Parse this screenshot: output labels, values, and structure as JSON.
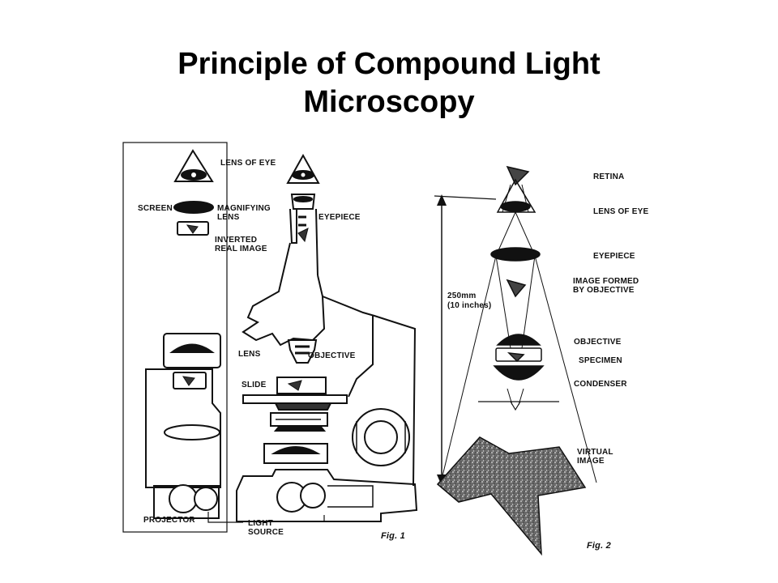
{
  "slide": {
    "title_line1": "Principle of Compound Light",
    "title_line2": "Microscopy"
  },
  "figure1": {
    "labels": {
      "lens_of_eye": "LENS OF EYE",
      "screen": "SCREEN",
      "magnifying_line1": "MAGNIFYING",
      "magnifying_line2": "LENS",
      "inverted_line1": "INVERTED",
      "inverted_line2": "REAL IMAGE",
      "eyepiece": "EYEPIECE",
      "lens": "LENS",
      "objective": "OBJECTIVE",
      "slide": "SLIDE",
      "projector": "PROJECTOR",
      "light_source_line1": "LIGHT",
      "light_source_line2": "SOURCE"
    },
    "caption": "Fig. 1"
  },
  "figure2": {
    "labels": {
      "retina": "RETINA",
      "lens_of_eye": "LENS OF EYE",
      "eyepiece": "EYEPIECE",
      "image_formed_line1": "IMAGE FORMED",
      "image_formed_line2": "BY OBJECTIVE",
      "distance_line1": "250mm",
      "distance_line2": "(10 inches)",
      "objective": "OBJECTIVE",
      "specimen": "SPECIMEN",
      "condenser": "CONDENSER",
      "virtual_line1": "VIRTUAL",
      "virtual_line2": "IMAGE"
    },
    "caption": "Fig. 2"
  }
}
